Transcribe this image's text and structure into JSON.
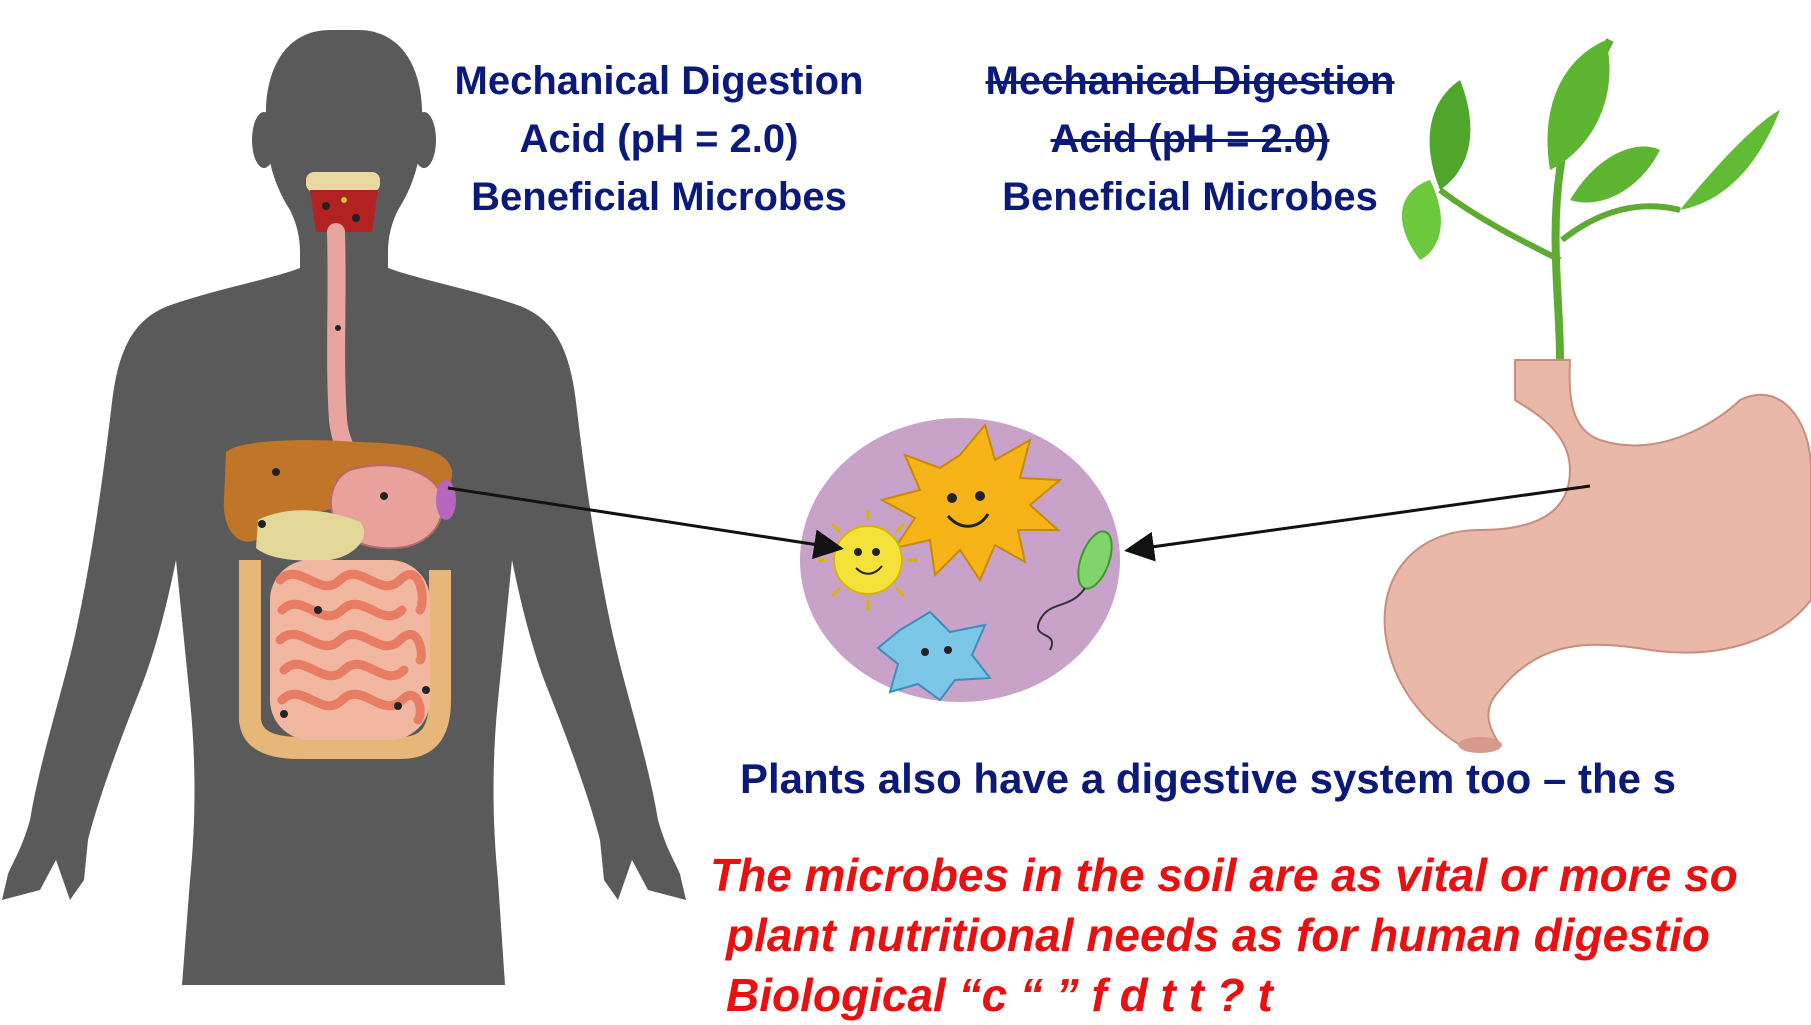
{
  "left_properties": {
    "line1": "Mechanical Digestion",
    "line2": "Acid (pH = 2.0)",
    "line3": "Beneficial Microbes"
  },
  "soil_properties": {
    "line1": "Mechanical Digestion",
    "line2": "Acid (pH = 2.0)",
    "line3": "Beneficial Microbes"
  },
  "statement": "Plants also have a digestive system too – the s",
  "emphasis": {
    "line1": "The microbes in the soil are as vital or more so",
    "line2": "plant nutritional needs as for human digestio",
    "line3": "Biological “c    “    ” f    d   t  t  ?  t"
  },
  "colors": {
    "heading_blue": "#0b1a7a",
    "emphasis_red": "#e81010",
    "silhouette": "#5a5a5a",
    "microbe_bg": "#c9a2c9"
  }
}
